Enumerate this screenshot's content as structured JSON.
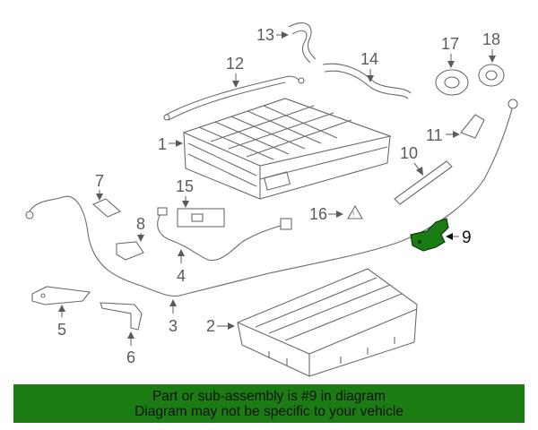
{
  "diagram": {
    "highlighted_part": "9",
    "callouts": [
      "1",
      "2",
      "3",
      "4",
      "5",
      "6",
      "7",
      "8",
      "9",
      "10",
      "11",
      "12",
      "13",
      "14",
      "15",
      "16",
      "17",
      "18"
    ]
  },
  "banner": {
    "line1": "Part or sub-assembly is #9 in diagram",
    "line2": "Diagram may not be specific to your vehicle"
  },
  "colors": {
    "banner_bg": "#1a7c12",
    "highlight_part": "#1a7c12",
    "line_art": "#6b6b6b"
  }
}
